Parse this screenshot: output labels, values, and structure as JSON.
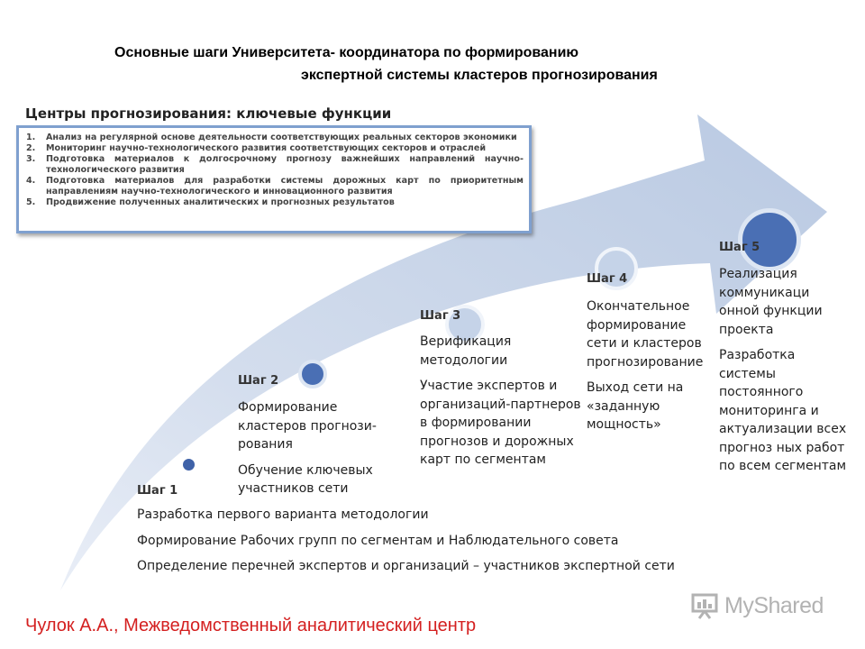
{
  "title": {
    "line1": "Основные шаги Университета- координатора по формированию",
    "line2": "экспертной системы кластеров прогнозирования"
  },
  "functions": {
    "heading": "Центры прогнозирования: ключевые функции",
    "items": [
      {
        "num": "1.",
        "text": "Анализ на регулярной основе деятельности соответствующих реальных секторов экономики"
      },
      {
        "num": "2.",
        "text": "Мониторинг научно-технологического развития соответствующих секторов и отраслей"
      },
      {
        "num": "3.",
        "text": "Подготовка материалов к долгосрочному прогнозу важнейших направлений научно-технологического развития"
      },
      {
        "num": "4.",
        "text": "Подготовка материалов для разработки системы дорожных карт по приоритетным направлениям научно-технологического и инновационного развития"
      },
      {
        "num": "5.",
        "text": "Продвижение полученных аналитических и прогнозных результатов"
      }
    ]
  },
  "steps": {
    "s1": {
      "title": "Шаг 1",
      "lines": [
        "Разработка первого варианта методологии",
        "Формирование Рабочих групп по сегментам и Наблюдательного совета",
        "Определение перечней экспертов и организаций – участников экспертной сети"
      ]
    },
    "s2": {
      "title": "Шаг 2",
      "p1": "Формирование кластеров прогнози-рования",
      "p2": "Обучение ключевых участников сети"
    },
    "s3": {
      "title": "Шаг 3",
      "p1": "Верификация методологии",
      "p2": "Участие экспертов и организаций-партнеров в формировании прогнозов и дорожных карт по сегментам"
    },
    "s4": {
      "title": "Шаг 4",
      "p1": "Окончательное формирование сети и кластеров прогнозирование",
      "p2": "Выход сети на «заданную мощность»"
    },
    "s5": {
      "title": "Шаг 5",
      "p1": "Реализация коммуникаци онной функции проекта",
      "p2": "Разработка системы постоянного мониторинга и актуализации всех прогноз ных работ по всем сегментам"
    }
  },
  "footer": {
    "author": "Чулок А.А., Межведомственный аналитический центр",
    "watermark": "MyShared"
  },
  "colors": {
    "arrow": "#c5d3e8",
    "node_fill": "#3f62a8",
    "node_ring": "#dde6f3",
    "box_border": "#7fa0cf",
    "footer_text": "#d42020"
  }
}
